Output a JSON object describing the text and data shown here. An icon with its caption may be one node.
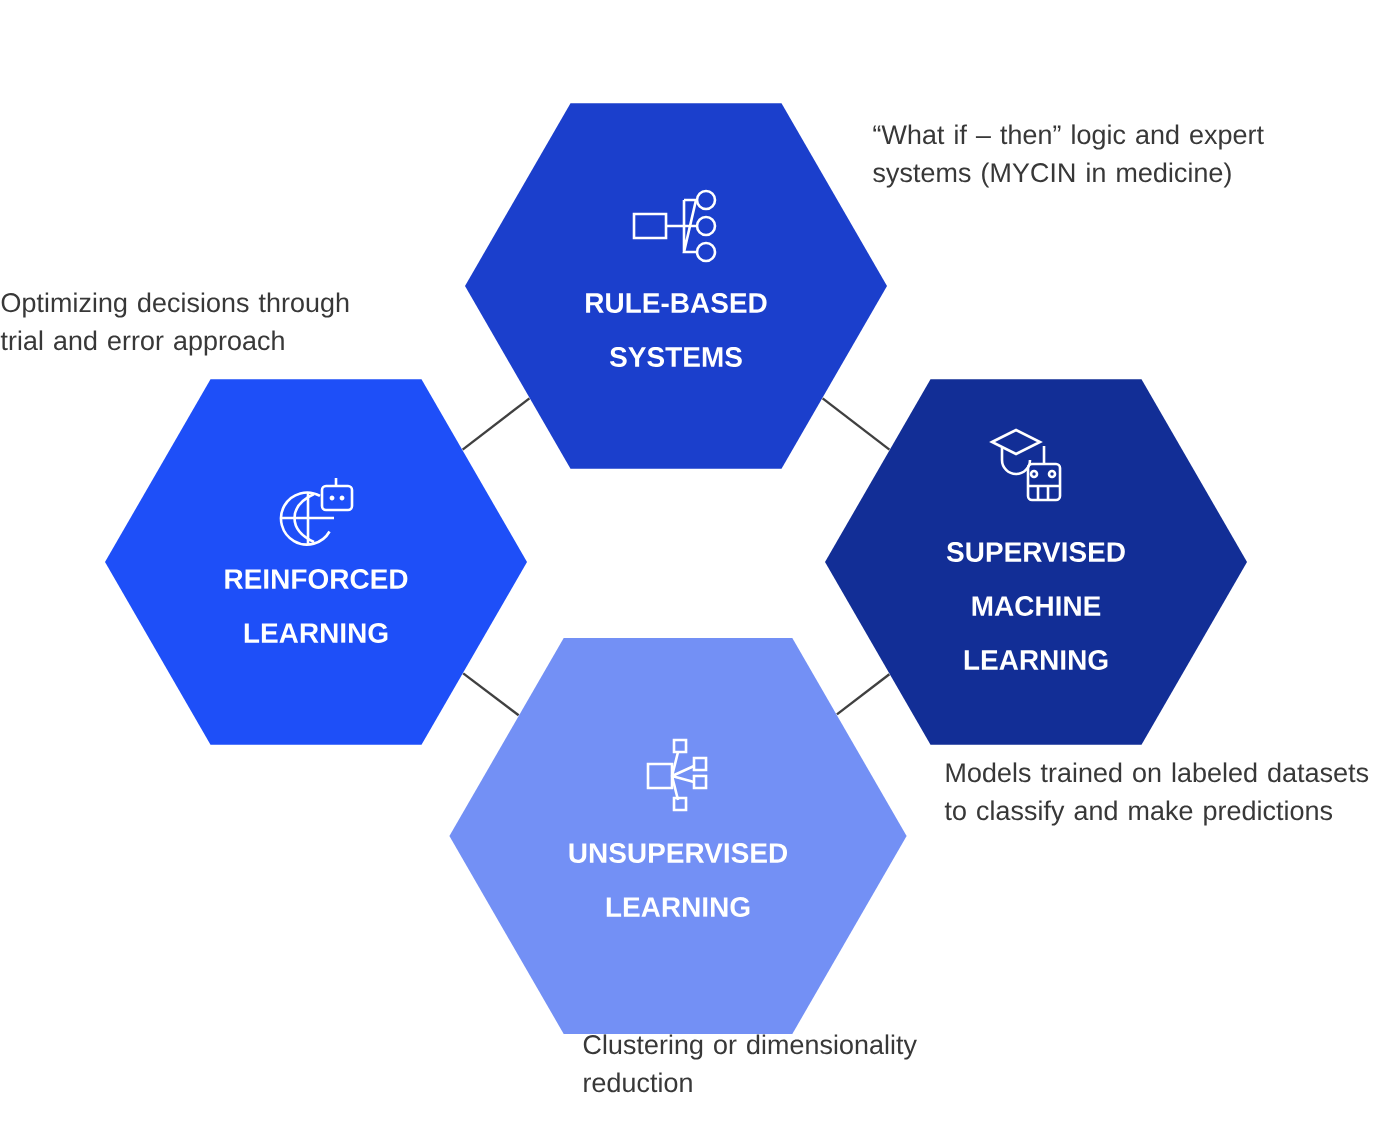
{
  "diagram": {
    "nodes": [
      {
        "text": [
          "RULE-BASED SYSTEMS"
        ],
        "beside": [
          "“What if – then” logic and expert systems (MYCIN in medicine)"
        ]
      },
      {
        "text": [
          "REINFORCED LEARNING"
        ],
        "beside": [
          "Optimizing decisions through trial and error approach"
        ]
      },
      {
        "text": [
          "SUPERVISED MACHINE LEARNING"
        ],
        "beside": [
          "Models trained on labeled datasets to classify and make predictions"
        ]
      },
      {
        "text": [
          "UNSUPERVISED LEARNING"
        ],
        "beside": [
          "Clustering or dimensionality reduction"
        ]
      }
    ],
    "edges": [
      {
        "from": 0,
        "to": 1,
        "arrow": "none"
      },
      {
        "from": 0,
        "to": 2,
        "arrow": "none"
      },
      {
        "from": 1,
        "to": 3,
        "arrow": "none"
      },
      {
        "from": 2,
        "to": 3,
        "arrow": "none"
      }
    ]
  }
}
